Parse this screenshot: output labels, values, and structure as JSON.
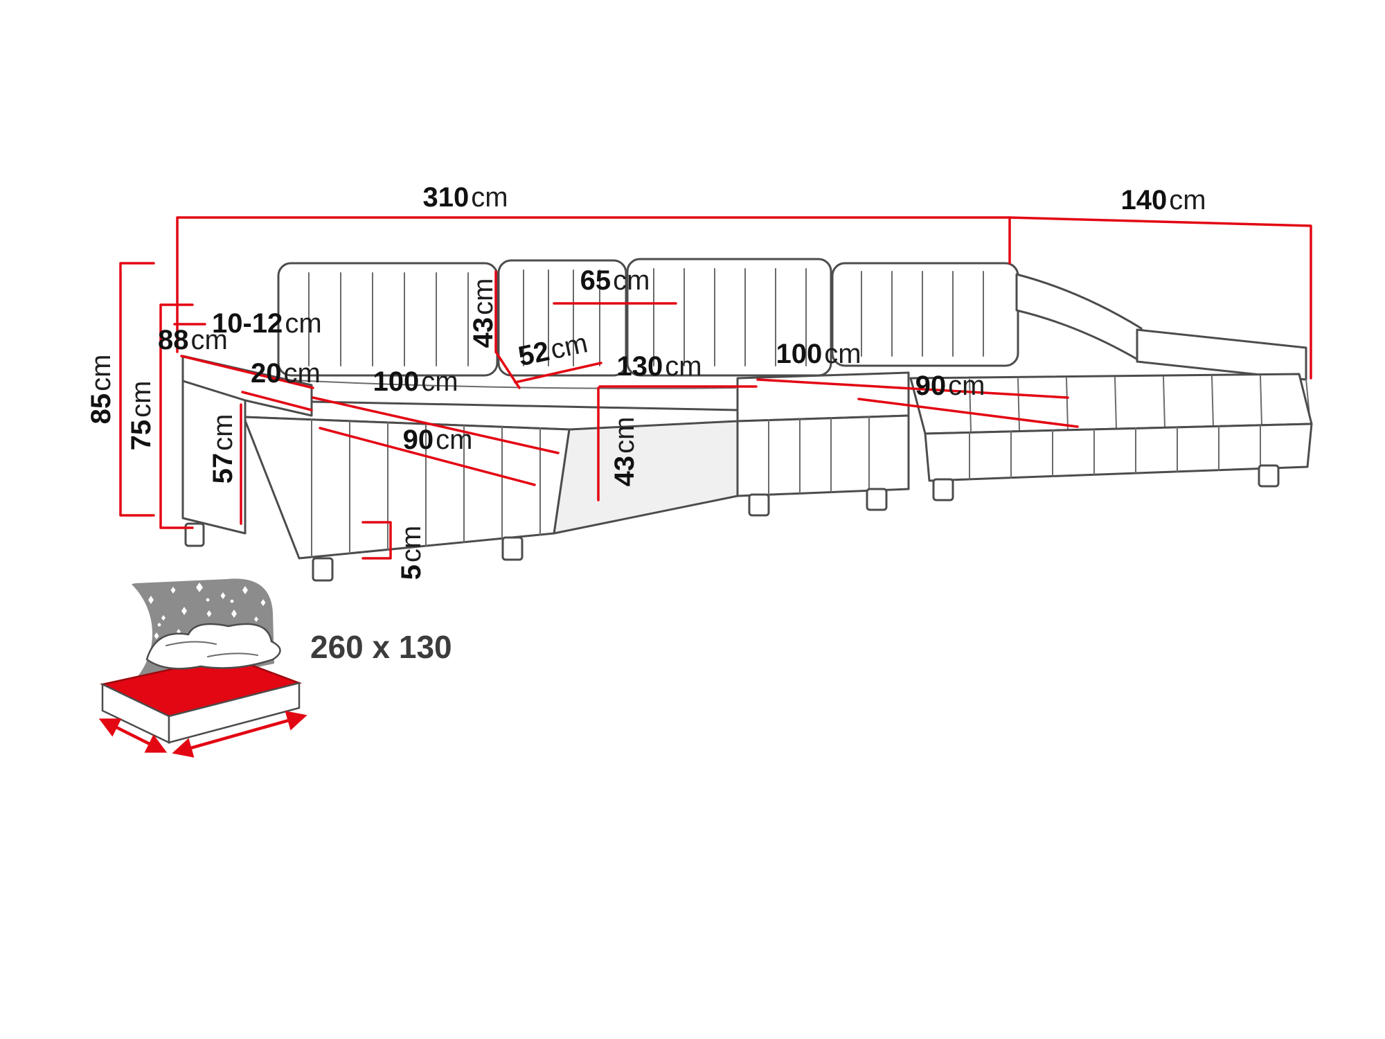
{
  "diagram": {
    "dims": {
      "total_width": {
        "value": "310",
        "unit": "cm"
      },
      "total_depth": {
        "value": "140",
        "unit": "cm"
      },
      "height_total": {
        "value": "85",
        "unit": "cm"
      },
      "height_backrest": {
        "value": "75",
        "unit": "cm"
      },
      "armrest_gap": {
        "value": "10-12",
        "unit": "cm"
      },
      "armrest_depth": {
        "value": "88",
        "unit": "cm"
      },
      "armrest_width": {
        "value": "20",
        "unit": "cm"
      },
      "chaise_left_length": {
        "value": "100",
        "unit": "cm"
      },
      "chaise_left_width": {
        "value": "90",
        "unit": "cm"
      },
      "backrest_height": {
        "value": "43",
        "unit": "cm"
      },
      "headrest_width": {
        "value": "65",
        "unit": "cm"
      },
      "seat_depth": {
        "value": "52",
        "unit": "cm"
      },
      "middle_width": {
        "value": "130",
        "unit": "cm"
      },
      "chaise_right_length": {
        "value": "100",
        "unit": "cm"
      },
      "chaise_right_width": {
        "value": "90",
        "unit": "cm"
      },
      "seat_height": {
        "value": "57",
        "unit": "cm"
      },
      "seat_front_height": {
        "value": "43",
        "unit": "cm"
      },
      "leg_height": {
        "value": "5",
        "unit": "cm"
      }
    },
    "sleeping_area": {
      "label": "260 x 130"
    },
    "colors": {
      "dimension_red": "#e30613",
      "outline_gray": "#4c4c4c",
      "icon_gray": "#8c8c8c"
    }
  }
}
